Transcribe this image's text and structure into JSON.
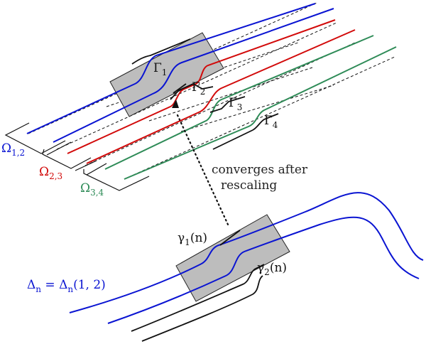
{
  "colors": {
    "blue": "#0a14d2",
    "red": "#d20a0a",
    "green": "#2e8b57",
    "black": "#111111",
    "box_fill": "#bdbdbd",
    "box_stroke": "#222222"
  },
  "labels": {
    "gamma1": {
      "main": "Γ",
      "sub": "1"
    },
    "gamma2": {
      "main": "Γ",
      "sub": "2"
    },
    "gamma3": {
      "main": "Γ",
      "sub": "3"
    },
    "gamma4": {
      "main": "Γ",
      "sub": "4"
    },
    "omega12": {
      "main": "Ω",
      "sub": "1,2"
    },
    "omega23": {
      "main": "Ω",
      "sub": "2,3"
    },
    "omega34": {
      "main": "Ω",
      "sub": "3,4"
    },
    "small_gamma1": {
      "main": "γ",
      "sub": "1",
      "suffix": "(n)"
    },
    "small_gamma2": {
      "main": "γ",
      "sub": "2",
      "suffix": "(n)"
    },
    "delta": "Δn = Δn(1, 2)",
    "delta_parts": {
      "d1": "Δ",
      "n1": "n",
      "eq": " = Δ",
      "n2": "n",
      "args": "(1, 2)"
    }
  },
  "caption": {
    "line1": "converges after",
    "line2": "rescaling"
  }
}
